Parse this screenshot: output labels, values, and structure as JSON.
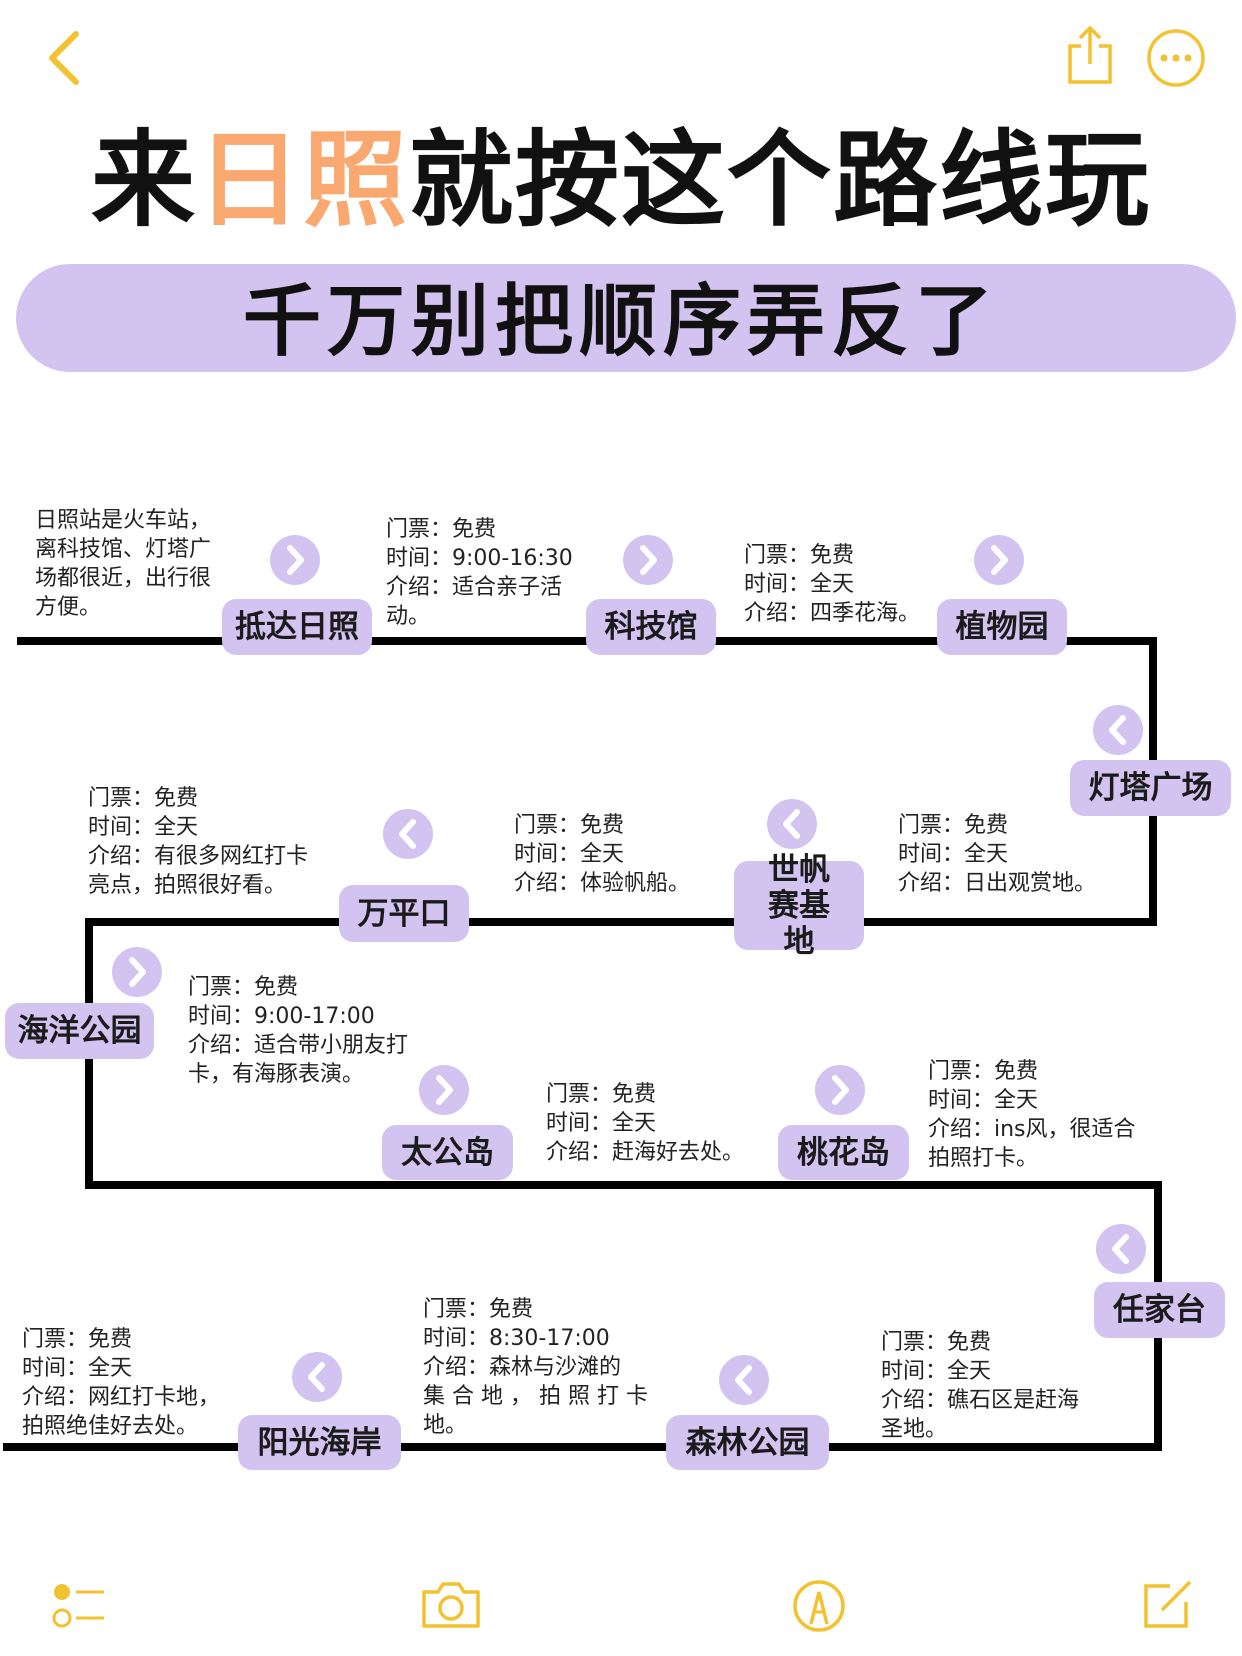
{
  "nav": {
    "back_icon": "chevron-left-icon",
    "share_icon": "share-icon",
    "more_icon": "more-icon"
  },
  "header": {
    "title_part1": "来",
    "title_highlight": "日照",
    "title_part2": "就按这个路线玩",
    "subtitle": "千万别把顺序弄反了"
  },
  "colors": {
    "accent_yellow": "#f2c230",
    "highlight_orange": "#f9a870",
    "label_purple": "#d3c3f1"
  },
  "stops": [
    {
      "name": "抵达日照",
      "direction": "right",
      "info": [
        "日照站是火车站，",
        "离科技馆、灯塔广",
        "场都很近，出行很",
        "方便。"
      ]
    },
    {
      "name": "科技馆",
      "direction": "right",
      "info": [
        "门票：免费",
        "时间：9:00-16:30",
        "介绍：适合亲子活",
        "动。"
      ]
    },
    {
      "name": "植物园",
      "direction": "right",
      "info": [
        "门票：免费",
        "时间：全天",
        "介绍：四季花海。"
      ]
    },
    {
      "name": "灯塔广场",
      "direction": "left",
      "info": [
        "门票：免费",
        "时间：全天",
        "介绍：日出观赏地。"
      ]
    },
    {
      "name": "世帆赛基地",
      "direction": "left",
      "info": [
        "门票：免费",
        "时间：全天",
        "介绍：体验帆船。"
      ]
    },
    {
      "name": "万平口",
      "direction": "left",
      "info": [
        "门票：免费",
        "时间：全天",
        "介绍：有很多网红打卡",
        "亮点，拍照很好看。"
      ]
    },
    {
      "name": "海洋公园",
      "direction": "right",
      "info": [
        "门票：免费",
        "时间：9:00-17:00",
        "介绍：适合带小朋友打",
        "卡，有海豚表演。"
      ]
    },
    {
      "name": "太公岛",
      "direction": "right",
      "info": [
        "门票：免费",
        "时间：全天",
        "介绍：赶海好去处。"
      ]
    },
    {
      "name": "桃花岛",
      "direction": "right",
      "info": [
        "门票：免费",
        "时间：全天",
        "介绍：ins风，很适合",
        "拍照打卡。"
      ]
    },
    {
      "name": "任家台",
      "direction": "left",
      "info": [
        "门票：免费",
        "时间：全天",
        "介绍：礁石区是赶海",
        "圣地。"
      ]
    },
    {
      "name": "森林公园",
      "direction": "left",
      "info": [
        "门票：免费",
        "时间：8:30-17:00",
        "介绍：森林与沙滩的",
        "集 合 地 ， 拍 照 打 卡",
        "地。"
      ]
    },
    {
      "name": "阳光海岸",
      "direction": "left",
      "info": [
        "门票：免费",
        "时间：全天",
        "介绍：网红打卡地，",
        "拍照绝佳好去处。"
      ]
    }
  ],
  "toolbar": {
    "icons": [
      "checklist-icon",
      "camera-icon",
      "markup-pen-icon",
      "compose-icon"
    ]
  }
}
